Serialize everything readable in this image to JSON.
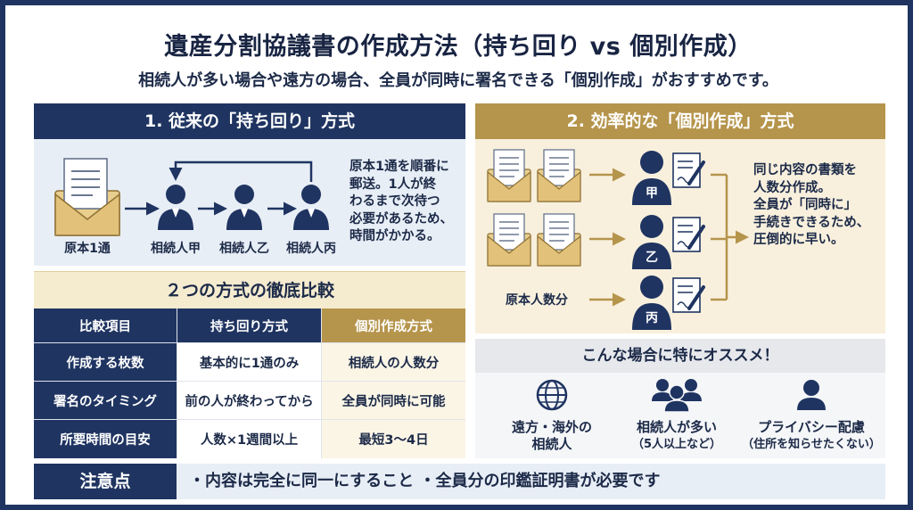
{
  "title": "遺産分割協議書の作成方法（持ち回り vs 個別作成）",
  "subtitle": "相続人が多い場合や遠方の場合、全員が同時に署名できる「個別作成」がおすすめです。",
  "method1": {
    "header": "1. 従来の「持ち回り」方式",
    "original_label": "原本1通",
    "persons": [
      "相続人甲",
      "相続人乙",
      "相続人丙"
    ],
    "note": [
      "原本1通を順番に",
      "郵送。1人が終",
      "わるまで次待つ",
      "必要があるため、",
      "時間がかかる。"
    ]
  },
  "method2": {
    "header": "2. 効率的な「個別作成」方式",
    "original_label": "原本人数分",
    "person_marks": [
      "甲",
      "乙",
      "丙"
    ],
    "note": [
      "同じ内容の書類を",
      "人数分作成。",
      "全員が「同時に」",
      "手続きできるため、",
      "圧倒的に早い。"
    ]
  },
  "comparison": {
    "title": "２つの方式の徹底比較",
    "headers": [
      "比較項目",
      "持ち回り方式",
      "個別作成方式"
    ],
    "rows": [
      [
        "作成する枚数",
        "基本的に1通のみ",
        "相続人の人数分"
      ],
      [
        "署名のタイミング",
        "前の人が終わってから",
        "全員が同時に可能"
      ],
      [
        "所要時間の目安",
        "人数×1週間以上",
        "最短3〜4日"
      ]
    ]
  },
  "recommend": {
    "title": "こんな場合に特にオススメ！",
    "items": [
      {
        "icon": "globe-icon",
        "line1": "遠方・海外の",
        "line2": "相続人"
      },
      {
        "icon": "group-icon",
        "line1": "相続人が多い",
        "line2": "（5人以上など）"
      },
      {
        "icon": "person-icon",
        "line1": "プライバシー配慮",
        "line2": "（住所を知らせたくない）"
      }
    ]
  },
  "footer": {
    "label": "注意点",
    "text": "・内容は完全に同一にすること ・全員分の印鑑証明書が必要です"
  },
  "colors": {
    "navy": "#1f3461",
    "gold": "#b5944b",
    "light_blue": "#e8eef6",
    "cream": "#f8f0dd",
    "envelope": "#e9cf8e"
  }
}
